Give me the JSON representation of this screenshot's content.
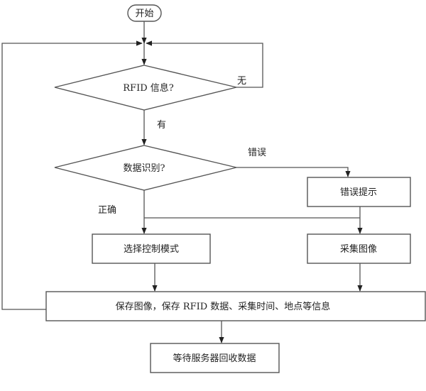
{
  "diagram": {
    "type": "flowchart",
    "nodes": {
      "start": {
        "kind": "terminator",
        "label": "开始"
      },
      "rfid_check": {
        "kind": "decision",
        "label": "RFID 信息?"
      },
      "data_check": {
        "kind": "decision",
        "label": "数据识别?"
      },
      "error_prompt": {
        "kind": "process",
        "label": "错误提示"
      },
      "select_mode": {
        "kind": "process",
        "label": "选择控制模式"
      },
      "capture_image": {
        "kind": "process",
        "label": "采集图像"
      },
      "save_info": {
        "kind": "process",
        "label": "保存图像，保存 RFID 数据、采集时间、地点等信息"
      },
      "wait_server": {
        "kind": "process",
        "label": "等待服务器回收数据"
      }
    },
    "edges": [
      {
        "from": "start",
        "to": "rfid_check",
        "label": ""
      },
      {
        "from": "rfid_check",
        "to": "rfid_check",
        "label": "无"
      },
      {
        "from": "rfid_check",
        "to": "data_check",
        "label": "有"
      },
      {
        "from": "data_check",
        "to": "error_prompt",
        "label": "错误"
      },
      {
        "from": "data_check",
        "to": "select_mode",
        "label": "正确"
      },
      {
        "from": "data_check",
        "to": "capture_image",
        "label": ""
      },
      {
        "from": "error_prompt",
        "to": "capture_image",
        "label": ""
      },
      {
        "from": "select_mode",
        "to": "save_info",
        "label": ""
      },
      {
        "from": "capture_image",
        "to": "save_info",
        "label": ""
      },
      {
        "from": "save_info",
        "to": "rfid_check",
        "label": ""
      },
      {
        "from": "save_info",
        "to": "wait_server",
        "label": ""
      }
    ],
    "edge_labels": {
      "none": "无",
      "has": "有",
      "error": "错误",
      "correct": "正确"
    }
  }
}
